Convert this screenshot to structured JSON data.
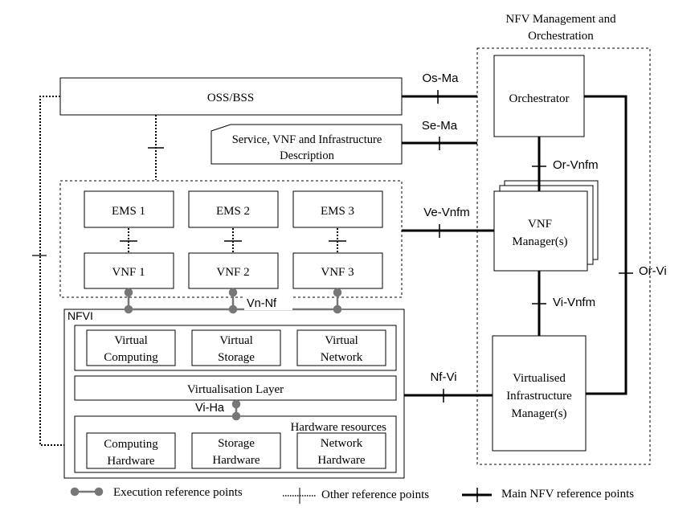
{
  "mano": {
    "title_line1": "NFV Management and",
    "title_line2": "Orchestration"
  },
  "blocks": {
    "oss_bss": "OSS/BSS",
    "orchestrator": "Orchestrator",
    "service_desc_line1": "Service, VNF and Infrastructure",
    "service_desc_line2": "Description",
    "ems1": "EMS 1",
    "ems2": "EMS 2",
    "ems3": "EMS 3",
    "vnf1": "VNF 1",
    "vnf2": "VNF 2",
    "vnf3": "VNF 3",
    "vnf_manager_line1": "VNF",
    "vnf_manager_line2": "Manager(s)",
    "vim_line1": "Virtualised",
    "vim_line2": "Infrastructure",
    "vim_line3": "Manager(s)",
    "nfvi": "NFVI",
    "virtual_computing_line1": "Virtual",
    "virtual_computing_line2": "Computing",
    "virtual_storage_line1": "Virtual",
    "virtual_storage_line2": "Storage",
    "virtual_network_line1": "Virtual",
    "virtual_network_line2": "Network",
    "virtualisation_layer": "Virtualisation Layer",
    "hardware_resources": "Hardware resources",
    "computing_hw_line1": "Computing",
    "computing_hw_line2": "Hardware",
    "storage_hw_line1": "Storage",
    "storage_hw_line2": "Hardware",
    "network_hw_line1": "Network",
    "network_hw_line2": "Hardware"
  },
  "reference_points": {
    "os_ma": "Os-Ma",
    "se_ma": "Se-Ma",
    "or_vnfm": "Or-Vnfm",
    "ve_vnfm": "Ve-Vnfm",
    "vi_vnfm": "Vi-Vnfm",
    "or_vi": "Or-Vi",
    "vn_nf": "Vn-Nf",
    "nf_vi": "Nf-Vi",
    "vi_ha": "Vi-Ha"
  },
  "legend": {
    "execution": "Execution reference points",
    "other": "Other reference points",
    "main": "Main NFV reference points"
  }
}
